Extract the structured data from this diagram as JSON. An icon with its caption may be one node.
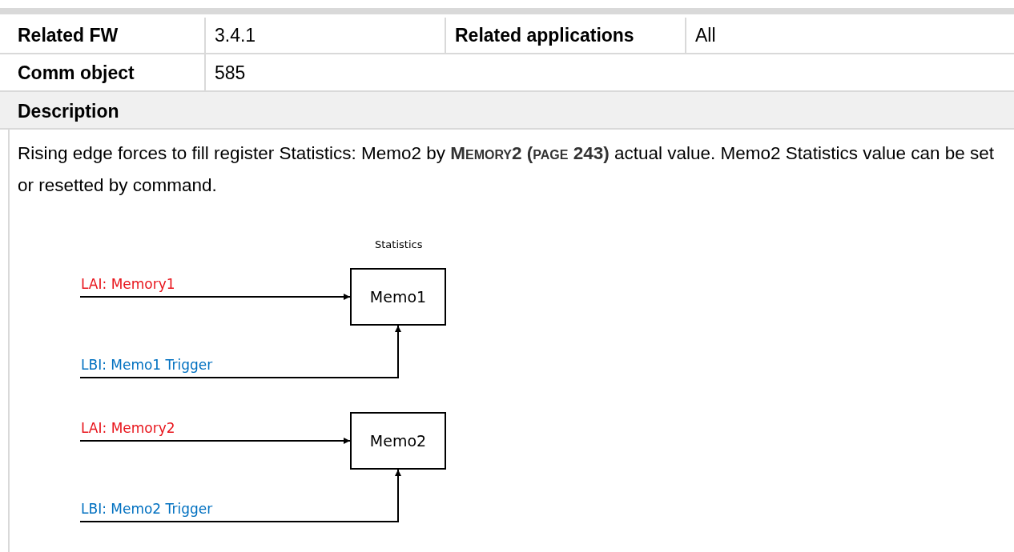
{
  "diagram": {
    "nodes": [
      {
        "text": [
          "Memo1"
        ]
      },
      {
        "text": [
          "Memo2"
        ]
      }
    ],
    "edges": [
      {
        "from": null,
        "to": 0,
        "arrow": "to",
        "label": "LAI: Memory1"
      },
      {
        "from": null,
        "to": 0,
        "arrow": "to",
        "label": "LBI: Memo1 Trigger"
      },
      {
        "from": null,
        "to": 1,
        "arrow": "to",
        "label": "LAI: Memory2"
      },
      {
        "from": null,
        "to": 1,
        "arrow": "to",
        "label": "LBI: Memo2 Trigger"
      }
    ],
    "labels": [
      "Related FW",
      "3.4.1",
      "Related applications",
      "All",
      "Comm object",
      "585",
      "Description",
      "Rising edge forces to fill register Statistics: Memo2 by **Memory2 (page 243)** actual value. Memo2 Statistics value can be set or resetted by command.",
      "Statistics"
    ]
  }
}
